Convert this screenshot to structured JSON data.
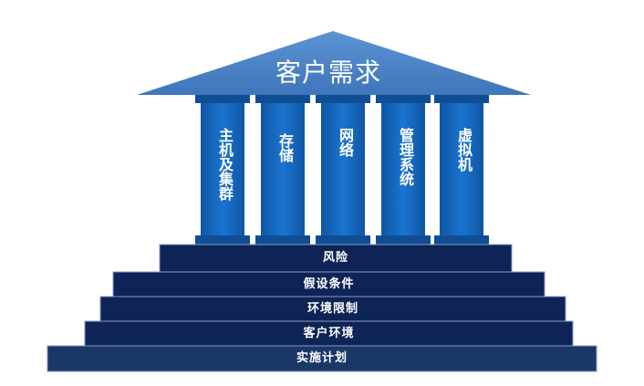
{
  "roof": {
    "label": "客户需求",
    "color": "#4f86c6"
  },
  "pillars": [
    {
      "label": "主机及集群"
    },
    {
      "label": "存储"
    },
    {
      "label": "网络"
    },
    {
      "label": "管理系统"
    },
    {
      "label": "虚拟机"
    }
  ],
  "steps": [
    {
      "label": "风险"
    },
    {
      "label": "假设条件"
    },
    {
      "label": "环境限制"
    },
    {
      "label": "客户环境"
    },
    {
      "label": "实施计划"
    }
  ],
  "colors": {
    "pillar": "#1565b8",
    "pillar_cap": "#0f4e95",
    "step_dark": "#0e2456",
    "step_border": "#8a9ac0",
    "base": "#1b3766"
  }
}
